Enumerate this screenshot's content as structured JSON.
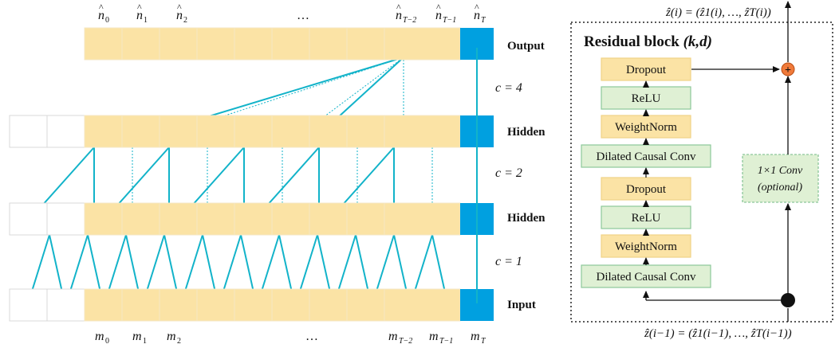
{
  "tcn": {
    "layers": [
      {
        "label": "Output",
        "cells": 11,
        "leading_empty": 0
      },
      {
        "label": "Hidden",
        "cells": 13,
        "leading_empty": 2
      },
      {
        "label": "Hidden",
        "cells": 13,
        "leading_empty": 2
      },
      {
        "label": "Input",
        "cells": 13,
        "leading_empty": 2
      }
    ],
    "dilations": [
      "c = 4",
      "c = 2",
      "c = 1"
    ],
    "top_labels": [
      {
        "base": "n",
        "hat": true,
        "sub": "0"
      },
      {
        "base": "n",
        "hat": true,
        "sub": "1"
      },
      {
        "base": "n",
        "hat": true,
        "sub": "2"
      },
      {
        "base": "…",
        "hat": false,
        "sub": ""
      },
      {
        "base": "n",
        "hat": true,
        "sub": "T−2"
      },
      {
        "base": "n",
        "hat": true,
        "sub": "T−1"
      },
      {
        "base": "n",
        "hat": true,
        "sub": "T"
      }
    ],
    "bottom_labels": [
      {
        "base": "m",
        "sub": "0"
      },
      {
        "base": "m",
        "sub": "1"
      },
      {
        "base": "m",
        "sub": "2"
      },
      {
        "base": "…",
        "sub": ""
      },
      {
        "base": "m",
        "sub": "T−2"
      },
      {
        "base": "m",
        "sub": "T−1"
      },
      {
        "base": "m",
        "sub": "T"
      }
    ]
  },
  "residual": {
    "title": "Residual block ",
    "title_params": "(k,d)",
    "blocks": [
      {
        "label": "Dropout",
        "color": "#fbe3a5"
      },
      {
        "label": "ReLU",
        "color": "#dff0d4"
      },
      {
        "label": "WeightNorm",
        "color": "#fbe3a5"
      },
      {
        "label": "Dilated Causal Conv",
        "color": "#dff0d4"
      },
      {
        "label": "Dropout",
        "color": "#fbe3a5"
      },
      {
        "label": "ReLU",
        "color": "#dff0d4"
      },
      {
        "label": "WeightNorm",
        "color": "#fbe3a5"
      },
      {
        "label": "Dilated Causal Conv",
        "color": "#dff0d4"
      }
    ],
    "conv_line1": "1×1 Conv",
    "conv_line2": "(optional)",
    "out_formula": "ẑ(i) = (ẑ1(i), …, ẑT(i))",
    "in_formula": "ẑ(i−1) = (ẑ1(i−1), …, ẑT(i−1))"
  },
  "colors": {
    "cell": "#fbe3a5",
    "cell_border": "#f5e7c4",
    "last_cell": "#00a0e0",
    "line": "#12b3c9",
    "green_fill": "#dff0d4",
    "green_border": "#8cc79a",
    "add_node": "#f07a3a"
  }
}
